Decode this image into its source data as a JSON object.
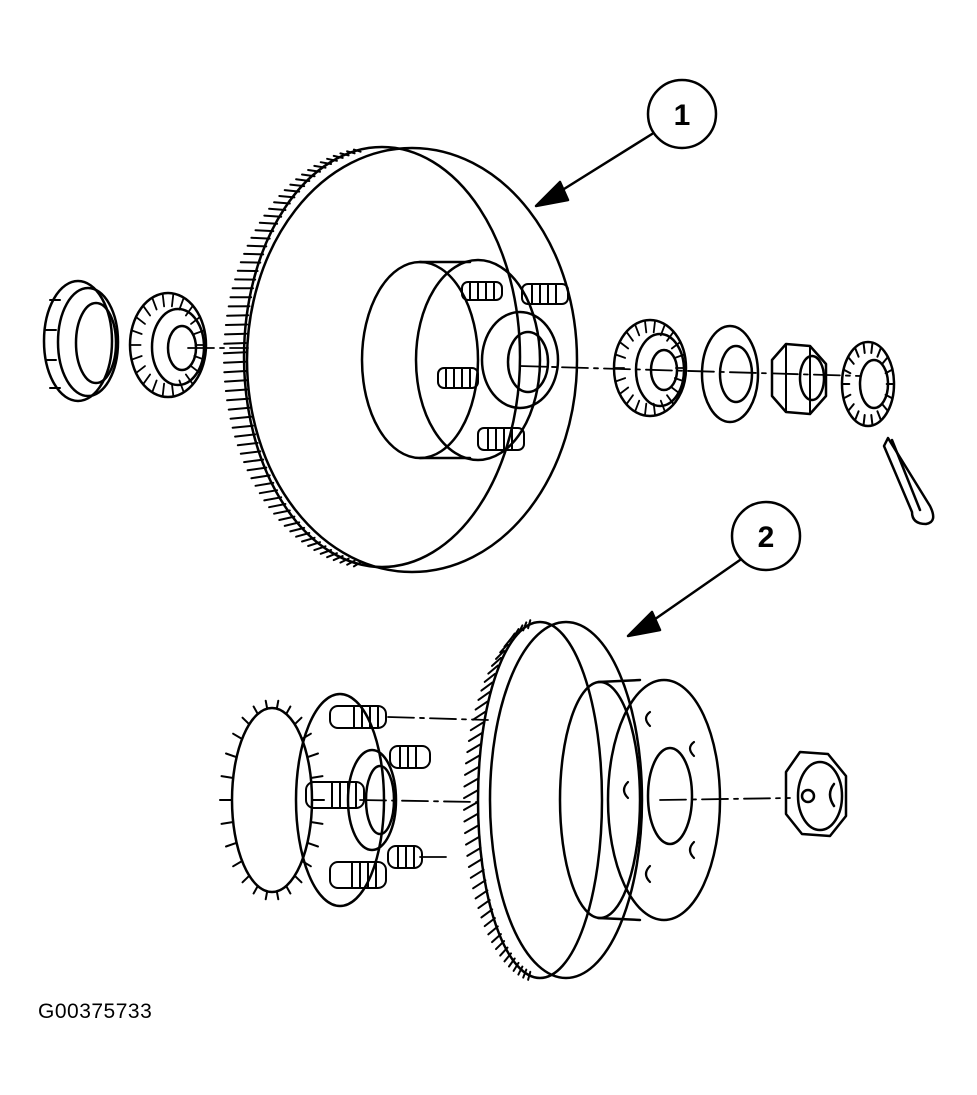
{
  "figure": {
    "id_label": "G00375733"
  },
  "callouts": [
    {
      "number": "1"
    },
    {
      "number": "2"
    }
  ],
  "colors": {
    "ink": "#000000",
    "paper": "#ffffff"
  }
}
